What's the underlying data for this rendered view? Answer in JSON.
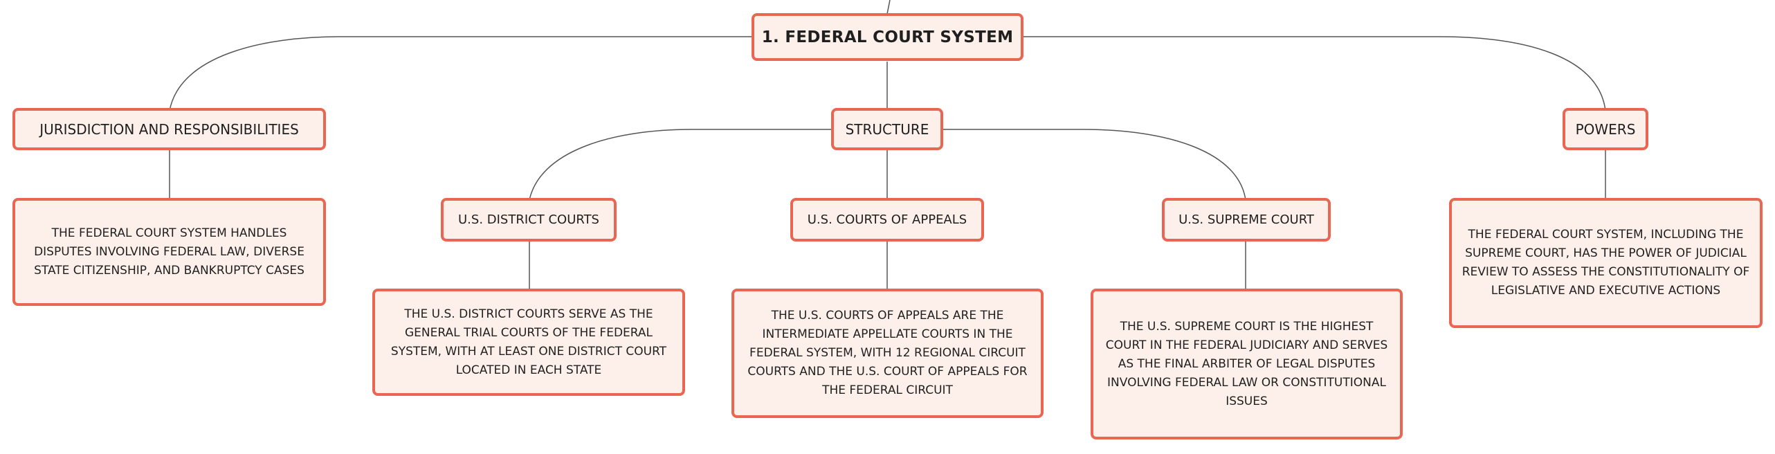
{
  "theme": {
    "border": "#e96752",
    "fill": "#fdf0eb",
    "line": "#555555",
    "text": "#1f1f1f"
  },
  "root": {
    "label": "1. FEDERAL COURT SYSTEM"
  },
  "branches": {
    "jurisdiction": {
      "label": "JURISDICTION AND RESPONSIBILITIES",
      "detail": "THE FEDERAL COURT SYSTEM HANDLES DISPUTES INVOLVING FEDERAL LAW, DIVERSE STATE CITIZENSHIP, AND BANKRUPTCY CASES"
    },
    "structure": {
      "label": "STRUCTURE",
      "district": {
        "label": "U.S. DISTRICT COURTS",
        "detail": "THE U.S. DISTRICT COURTS SERVE AS THE GENERAL TRIAL COURTS OF THE FEDERAL SYSTEM, WITH AT LEAST ONE DISTRICT COURT LOCATED IN EACH STATE"
      },
      "appeals": {
        "label": "U.S. COURTS OF APPEALS",
        "detail": "THE U.S. COURTS OF APPEALS ARE THE INTERMEDIATE APPELLATE COURTS IN THE FEDERAL SYSTEM, WITH 12 REGIONAL CIRCUIT COURTS AND THE U.S. COURT OF APPEALS FOR THE FEDERAL CIRCUIT"
      },
      "supreme": {
        "label": "U.S. SUPREME COURT",
        "detail": "THE U.S. SUPREME COURT IS THE HIGHEST COURT IN THE FEDERAL JUDICIARY AND SERVES AS THE FINAL ARBITER OF LEGAL DISPUTES INVOLVING FEDERAL LAW OR CONSTITUTIONAL ISSUES"
      }
    },
    "powers": {
      "label": "POWERS",
      "detail": "THE FEDERAL COURT SYSTEM, INCLUDING THE SUPREME COURT, HAS THE POWER OF JUDICIAL REVIEW TO ASSESS THE CONSTITUTIONALITY OF LEGISLATIVE AND EXECUTIVE ACTIONS"
    }
  }
}
